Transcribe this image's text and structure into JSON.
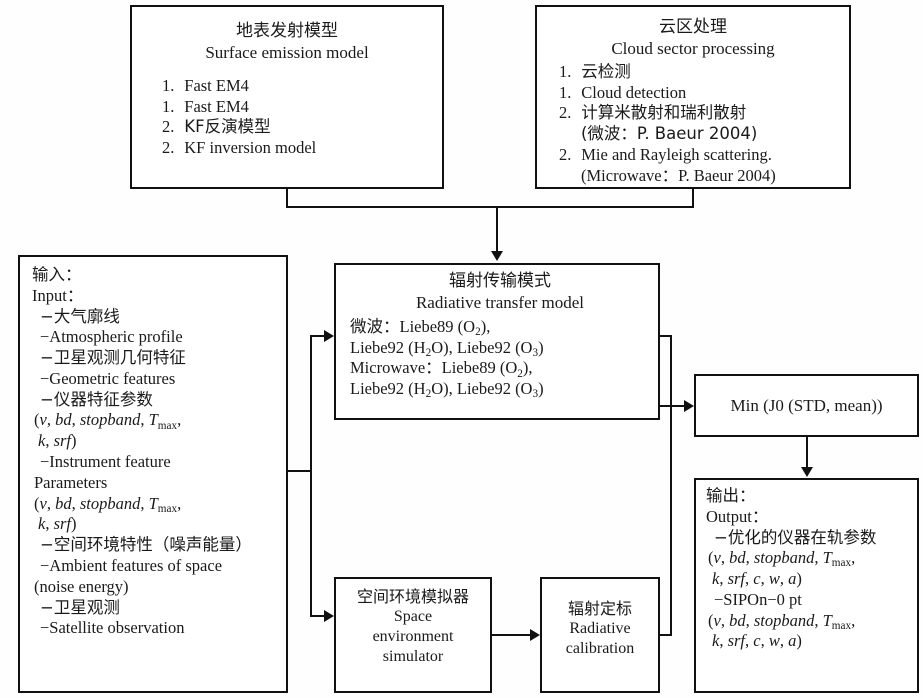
{
  "diagram": {
    "title": "Radiative transfer / instrument parameter optimization flowchart",
    "line_color": "#111111",
    "background": "#fefefe"
  },
  "boxes": {
    "surface_emission": {
      "title_cn": "地表发射模型",
      "title_en": "Surface emission model",
      "items": [
        {
          "num": "1.",
          "text": "Fast EM4"
        },
        {
          "num": "1.",
          "text": "Fast EM4"
        },
        {
          "num": "2.",
          "text": "KF反演模型"
        },
        {
          "num": "2.",
          "text": "KF inversion model"
        }
      ]
    },
    "cloud_sector": {
      "title_cn": "云区处理",
      "title_en": "Cloud sector processing",
      "items": [
        {
          "num": "1.",
          "text": "云检测"
        },
        {
          "num": "1.",
          "text": "Cloud detection"
        },
        {
          "num": "2.",
          "text": "计算米散射和瑞利散射"
        },
        {
          "num": "",
          "text": "(微波：P. Baeur 2004)"
        },
        {
          "num": "2.",
          "text": "Mie and Rayleigh scattering."
        },
        {
          "num": "",
          "text": "(Microwave：P. Baeur 2004)"
        }
      ]
    },
    "input": {
      "label_cn": "输入：",
      "label_en": "Input：",
      "lines": [
        "−大气廓线",
        "−Atmospheric profile",
        "−卫星观测几何特征",
        "−Geometric features",
        "−仪器特征参数",
        "PARAMS_A",
        "PARAMS_B",
        "−Instrument feature",
        "Parameters",
        "PARAMS_A",
        "PARAMS_B",
        "−空间环境特性（噪声能量）",
        "−Ambient features of space",
        "(noise energy)",
        "−卫星观测",
        "−Satellite observation"
      ],
      "params_a": "(v, bd, stopband, Tmax,",
      "params_b": "k, srf)"
    },
    "rtm": {
      "title_cn": "辐射传输模式",
      "title_en": "Radiative transfer model",
      "lines": [
        "微波：Liebe89 (O2),",
        "Liebe92 (H2O), Liebe92 (O3)",
        "Microwave：Liebe89 (O2),",
        "Liebe92 (H2O), Liebe92 (O3)"
      ]
    },
    "min": {
      "text": "Min (J0 (STD, mean))"
    },
    "output": {
      "label_cn": "输出：",
      "label_en": "Output：",
      "lines": [
        "−优化的仪器在轨参数",
        "PARAMS_A",
        "PARAMS_B",
        "−SIPOn−0 pt",
        "PARAMS_A",
        "PARAMS_B"
      ],
      "params_a": "(v, bd, stopband, Tmax,",
      "params_b": "k, srf, c, w, a)"
    },
    "space_simulator": {
      "title_cn": "空间环境模拟器",
      "lines": [
        "Space",
        "environment",
        "simulator"
      ]
    },
    "radiative_calibration": {
      "title_cn": "辐射定标",
      "lines": [
        "Radiative",
        "calibration"
      ]
    }
  },
  "connectors": [
    {
      "name": "surface-emission-to-bus"
    },
    {
      "name": "cloud-sector-to-bus"
    },
    {
      "name": "bus-to-rtm"
    },
    {
      "name": "input-to-rtm"
    },
    {
      "name": "input-to-space-simulator"
    },
    {
      "name": "space-simulator-to-radiative-calibration"
    },
    {
      "name": "rtm-to-min"
    },
    {
      "name": "radiative-calibration-to-min"
    },
    {
      "name": "min-to-output"
    }
  ]
}
